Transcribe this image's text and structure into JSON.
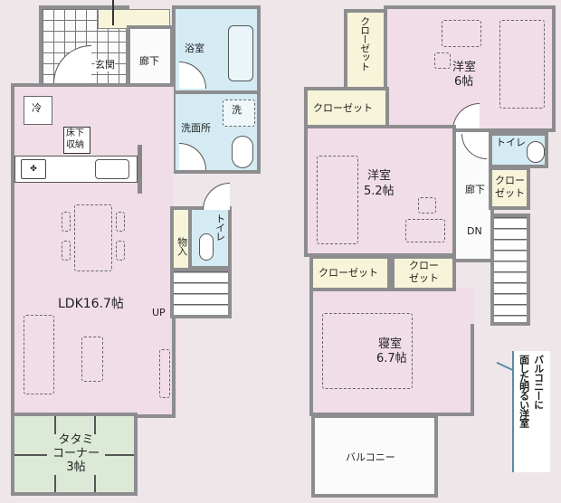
{
  "floor1": {
    "rooms": {
      "genkan": "玄関",
      "hallway": "廊下",
      "bathroom": "浴室",
      "washroom": "洗面所",
      "underfloor_storage_line1": "床下",
      "underfloor_storage_line2": "収納",
      "ldk": "LDK16.7帖",
      "storage": "物入",
      "toilet": "トイレ",
      "tatami_line1": "タタミ",
      "tatami_line2": "コーナー",
      "tatami_line3": "3帖"
    },
    "symbols": {
      "fridge": "冷",
      "washer": "洗",
      "stairs_up": "UP"
    }
  },
  "floor2": {
    "rooms": {
      "western_room_6": "洋室",
      "western_room_6_size": "6帖",
      "closet_vertical": "クローゼット",
      "closet_1": "クローゼット",
      "western_room_52": "洋室",
      "western_room_52_size": "5.2帖",
      "hallway": "廊下",
      "toilet": "トイレ",
      "closet_small": "クローゼット",
      "closet_small_line1": "クロー",
      "closet_small_line2": "ゼット",
      "closet_2": "クローゼット",
      "closet_3_line1": "クロー",
      "closet_3_line2": "ゼット",
      "bedroom": "寝室",
      "bedroom_size": "6.7帖",
      "balcony": "バルコニー"
    },
    "symbols": {
      "stairs_down": "DN"
    },
    "callout": {
      "text_line1": "バルコニーに",
      "text_line2": "面した明るい洋室"
    }
  },
  "colors": {
    "background": "#efe6ea",
    "wall": "#8d8d90",
    "living": "#f1dde8",
    "wet": "#d5ebf3",
    "closet": "#f7f4d9",
    "tatami": "#dbe9d6"
  }
}
